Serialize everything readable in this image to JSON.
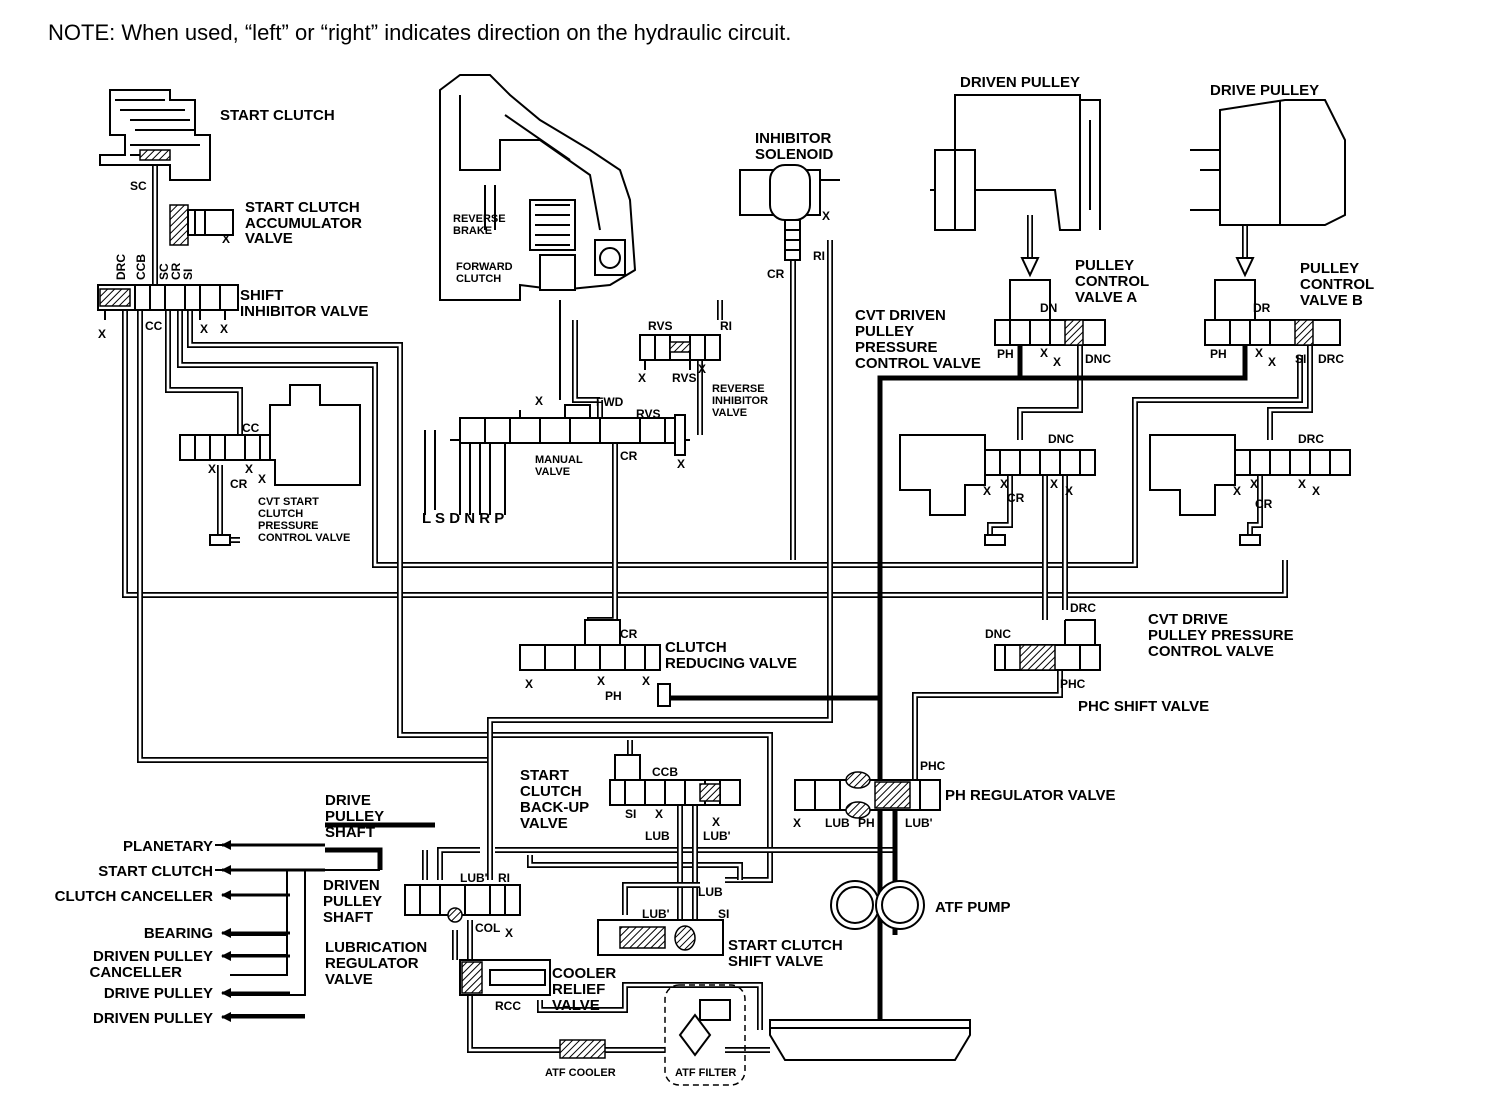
{
  "note": "NOTE: When used, “left” or “right” indicates direction on the hydraulic circuit.",
  "components": {
    "start_clutch": "START CLUTCH",
    "start_clutch_accumulator_valve": [
      "START CLUTCH",
      "ACCUMULATOR",
      "VALVE"
    ],
    "shift_inhibitor_valve": [
      "SHIFT",
      "INHIBITOR VALVE"
    ],
    "cvt_start_clutch_pressure_control_valve": [
      "CVT START",
      "CLUTCH",
      "PRESSURE",
      "CONTROL VALVE"
    ],
    "reverse_brake": [
      "REVERSE",
      "BRAKE"
    ],
    "forward_clutch": [
      "FORWARD",
      "CLUTCH"
    ],
    "inhibitor_solenoid": [
      "INHIBITOR",
      "SOLENOID"
    ],
    "reverse_inhibitor_valve": [
      "REVERSE",
      "INHIBITOR",
      "VALVE"
    ],
    "manual_valve": [
      "MANUAL",
      "VALVE"
    ],
    "manual_positions": "L S D N R  P",
    "driven_pulley": "DRIVEN PULLEY",
    "drive_pulley": "DRIVE PULLEY",
    "pulley_control_valve_a": [
      "PULLEY",
      "CONTROL",
      "VALVE A"
    ],
    "pulley_control_valve_b": [
      "PULLEY",
      "CONTROL",
      "VALVE B"
    ],
    "cvt_driven_pulley_pressure_control_valve": [
      "CVT DRIVEN",
      "PULLEY",
      "PRESSURE",
      "CONTROL VALVE"
    ],
    "cvt_drive_pulley_pressure_control_valve": [
      "CVT DRIVE",
      "PULLEY PRESSURE",
      "CONTROL VALVE"
    ],
    "clutch_reducing_valve": [
      "CLUTCH",
      "REDUCING VALVE"
    ],
    "phc_shift_valve": "PHC SHIFT VALVE",
    "start_clutch_back_up_valve": [
      "START",
      "CLUTCH",
      "BACK-UP",
      "VALVE"
    ],
    "ph_regulator_valve": "PH REGULATOR VALVE",
    "drive_pulley_shaft": [
      "DRIVE",
      "PULLEY",
      "SHAFT"
    ],
    "driven_pulley_shaft": [
      "DRIVEN",
      "PULLEY",
      "SHAFT"
    ],
    "lubrication_regulator_valve": [
      "LUBRICATION",
      "REGULATOR",
      "VALVE"
    ],
    "cooler_relief_valve": [
      "COOLER",
      "RELIEF",
      "VALVE"
    ],
    "start_clutch_shift_valve": [
      "START CLUTCH",
      "SHIFT VALVE"
    ],
    "atf_pump": "ATF PUMP",
    "atf_cooler": "ATF COOLER",
    "atf_filter": "ATF FILTER"
  },
  "outputs": [
    "PLANETARY",
    "START CLUTCH",
    "CLUTCH CANCELLER",
    "BEARING",
    "DRIVEN PULLEY",
    "CANCELLER",
    "DRIVE PULLEY",
    "DRIVEN PULLEY"
  ],
  "port_labels": {
    "sc": "SC",
    "drc": "DRC",
    "ccb": "CCB",
    "sc2": "SC",
    "cr": "CR",
    "si": "SI",
    "cc": "CC",
    "cc2": "CC",
    "cr2": "CR",
    "x": "X",
    "rvs": "RVS",
    "ri": "RI",
    "rvs2": "RVS",
    "fwd": "FWD",
    "rvs3": "RVS",
    "cr3": "CR",
    "ri2": "RI",
    "cr4": "CR",
    "dn": "DN",
    "ph": "PH",
    "dnc": "DNC",
    "dr": "DR",
    "ph2": "PH",
    "si2": "SI",
    "drc2": "DRC",
    "dnc2": "DNC",
    "cr5": "CR",
    "drc3": "DRC",
    "cr6": "CR",
    "drc4": "DRC",
    "dnc3": "DNC",
    "phc": "PHC",
    "cr7": "CR",
    "ph3": "PH",
    "ccb2": "CCB",
    "si3": "SI",
    "lub": "LUB",
    "lubp": "LUB'",
    "phc2": "PHC",
    "lub2": "LUB",
    "ph4": "PH",
    "lubp2": "LUB'",
    "lubp3": "LUB'",
    "ri3": "RI",
    "col": "COL",
    "rcc": "RCC",
    "lubp4": "LUB'",
    "lub3": "LUB",
    "si4": "SI"
  }
}
